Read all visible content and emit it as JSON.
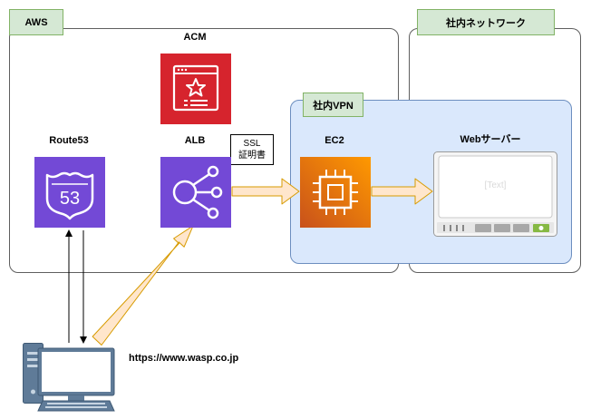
{
  "aws": {
    "label": "AWS"
  },
  "intranet": {
    "label": "社内ネットワーク"
  },
  "vpn": {
    "label": "社内VPN"
  },
  "acm": {
    "label": "ACM"
  },
  "route53": {
    "label": "Route53",
    "badge_number": "53"
  },
  "alb": {
    "label": "ALB"
  },
  "ssl": {
    "line1": "SSL",
    "line2": "証明書"
  },
  "ec2": {
    "label": "EC2"
  },
  "webserver": {
    "label": "Webサーバー",
    "screen_text": "[Text]"
  },
  "client": {
    "url": "https://www.wasp.co.jp"
  },
  "colors": {
    "acm_red": "#d6242d",
    "purple": "#7349d6",
    "ec2_orange": "#e56d14",
    "vpn_fill": "#dae8fc",
    "vpn_border": "#6c8ebf",
    "arrow_fill": "#ffe6cc",
    "arrow_border": "#d79b00"
  }
}
